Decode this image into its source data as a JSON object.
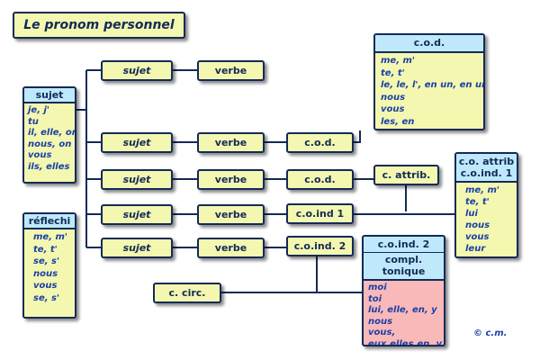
{
  "title": "Le pronom personnel",
  "copyright": "© c.m.",
  "nodes": {
    "sujet": "sujet",
    "verbe": "verbe",
    "cod": "c.o.d.",
    "coind1": "c.o.ind 1",
    "coind2": "c.o.ind. 2",
    "cattrib": "c. attrib.",
    "ccirc": "c. circ."
  },
  "panels": {
    "sujet": {
      "header": "sujet",
      "items": [
        "je, j'",
        "tu",
        "il, elle, on",
        "nous, on",
        "vous",
        "ils, elles"
      ]
    },
    "reflechi": {
      "header": "réflechi",
      "items": [
        "me, m'",
        "te, t'",
        "se, s'",
        "nous",
        "vous",
        "se, s'"
      ]
    },
    "cod": {
      "header": "c.o.d.",
      "items": [
        "me, m'",
        "te, t'",
        "le, le, l', en un, en une",
        "nous",
        "vous",
        "les, en"
      ]
    },
    "coattrib": {
      "header1": "c.o. attrib",
      "header2": "c.o.ind. 1",
      "items": [
        "me, m'",
        "te, t'",
        "lui",
        "nous",
        "vous",
        "leur"
      ]
    },
    "coind2": {
      "header1": "c.o.ind. 2",
      "header2": "compl. tonique",
      "items": [
        "moi",
        "toi",
        "lui, elle, en, y",
        "nous",
        "vous,",
        "eux,elles,en, y"
      ]
    }
  },
  "colors": {
    "box_fill": "#f3f7b0",
    "header_fill": "#bfe9fb",
    "tonique_fill": "#f9b9b9",
    "border": "#132a57",
    "text_blue": "#1b3fa6"
  }
}
